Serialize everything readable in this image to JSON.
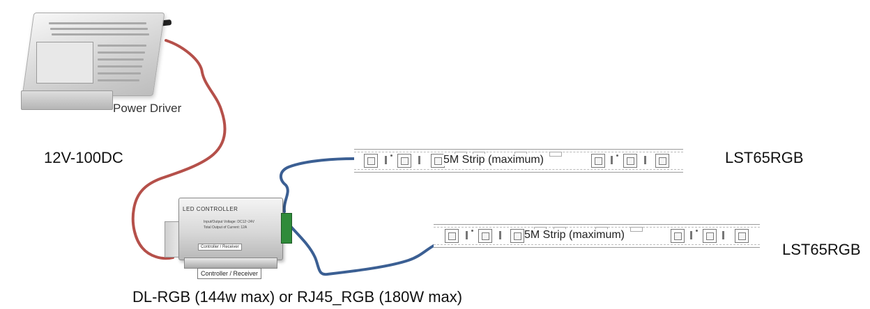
{
  "power_driver": {
    "label": "Power Driver",
    "voltage": "12V-100DC"
  },
  "controller": {
    "title": "LED CONTROLLER",
    "spec_line_1": "Input/Output Voltage: DC12~24V",
    "spec_line_2": "Total Output of Current: 12A",
    "inner_badge": "Controller / Receiver",
    "badge": "Controller / Receiver",
    "caption": "DL-RGB (144w max) or RJ45_RGB  (180W max)"
  },
  "strips": [
    {
      "text": "5M Strip (maximum)",
      "model": "LST65RGB"
    },
    {
      "text": "5M Strip (maximum)",
      "model": "LST65RGB"
    }
  ],
  "colors": {
    "power_wire": "#b5504a",
    "data_wire": "#3b5f93",
    "terminal": "#2f8b3a"
  }
}
